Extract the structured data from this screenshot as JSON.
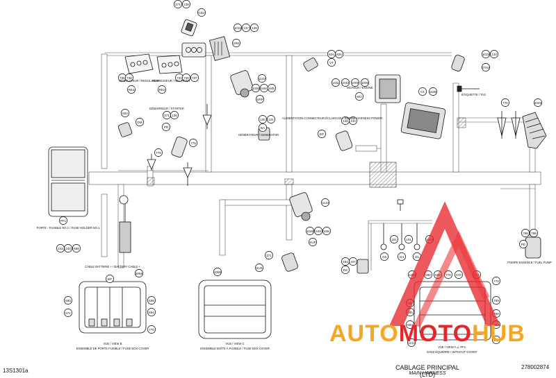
{
  "callouts": [
    {
      "id": "c-371-top",
      "text": "371"
    },
    {
      "id": "c-138-top",
      "text": "138"
    },
    {
      "id": "c-cd1",
      "text": "CD1"
    },
    {
      "id": "c-1015a",
      "text": "1015"
    },
    {
      "id": "c-137",
      "text": "137"
    },
    {
      "id": "c-139",
      "text": "139"
    },
    {
      "id": "c-sr0",
      "text": "SR0"
    },
    {
      "id": "c-824",
      "text": "824"
    },
    {
      "id": "c-825",
      "text": "825"
    },
    {
      "id": "c-vt",
      "text": "VT"
    },
    {
      "id": "c-1015b",
      "text": "1015"
    },
    {
      "id": "c-133",
      "text": "133"
    },
    {
      "id": "c-otas",
      "text": "OTAS"
    },
    {
      "id": "c-735",
      "text": "735"
    },
    {
      "id": "c-736",
      "text": "736"
    },
    {
      "id": "c-re1",
      "text": "RE1"
    },
    {
      "id": "c-734",
      "text": "734"
    },
    {
      "id": "c-736b",
      "text": "736"
    },
    {
      "id": "c-737",
      "text": "737"
    },
    {
      "id": "c-re2",
      "text": "RE2"
    },
    {
      "id": "c-1143a",
      "text": "1143"
    },
    {
      "id": "c-1026a",
      "text": "1026"
    },
    {
      "id": "c-849a",
      "text": "849"
    },
    {
      "id": "c-848a",
      "text": "848"
    },
    {
      "id": "c-srp",
      "text": "SRP"
    },
    {
      "id": "c-1011",
      "text": "1011"
    },
    {
      "id": "c-1010",
      "text": "1010"
    },
    {
      "id": "c-1009",
      "text": "1009"
    },
    {
      "id": "c-1006",
      "text": "1006"
    },
    {
      "id": "c-mo",
      "text": "MO"
    },
    {
      "id": "c-c1",
      "text": "C1"
    },
    {
      "id": "c-1135",
      "text": "1135"
    },
    {
      "id": "c-775a",
      "text": "775"
    },
    {
      "id": "c-2049",
      "text": "2049"
    },
    {
      "id": "c-653",
      "text": "653"
    },
    {
      "id": "c-dm",
      "text": "DM"
    },
    {
      "id": "c-371b",
      "text": "371"
    },
    {
      "id": "c-138b",
      "text": "138"
    },
    {
      "id": "c-pr",
      "text": "PR"
    },
    {
      "id": "c-130",
      "text": "130"
    },
    {
      "id": "c-121",
      "text": "121"
    },
    {
      "id": "c-ba",
      "text": "BA"
    },
    {
      "id": "c-122",
      "text": "122"
    },
    {
      "id": "c-134",
      "text": "134"
    },
    {
      "id": "c-ep",
      "text": "EP"
    },
    {
      "id": "c-775b",
      "text": "775"
    },
    {
      "id": "c-775c",
      "text": "775"
    },
    {
      "id": "c-pf1",
      "text": "PF1"
    },
    {
      "id": "c-242",
      "text": "242"
    },
    {
      "id": "c-243",
      "text": "243"
    },
    {
      "id": "c-659",
      "text": "659"
    },
    {
      "id": "c-1143b",
      "text": "1143"
    },
    {
      "id": "c-1026b",
      "text": "1026"
    },
    {
      "id": "c-849b",
      "text": "849"
    },
    {
      "id": "c-848b",
      "text": "848"
    },
    {
      "id": "c-sup",
      "text": "SUP"
    },
    {
      "id": "c-151",
      "text": "151"
    },
    {
      "id": "c-101",
      "text": "101"
    },
    {
      "id": "c-1042",
      "text": "1042"
    },
    {
      "id": "c-g5",
      "text": "G5"
    },
    {
      "id": "c-g4",
      "text": "G4"
    },
    {
      "id": "c-g1",
      "text": "G1"
    },
    {
      "id": "c-799",
      "text": "799"
    },
    {
      "id": "c-798",
      "text": "798"
    },
    {
      "id": "c-pe",
      "text": "PE"
    },
    {
      "id": "c-371c",
      "text": "371"
    },
    {
      "id": "c-sus",
      "text": "SUS"
    },
    {
      "id": "c-484",
      "text": "484"
    },
    {
      "id": "c-107",
      "text": "107"
    },
    {
      "id": "c-ds",
      "text": "DS"
    },
    {
      "id": "c-2056",
      "text": "2056"
    },
    {
      "id": "c-bp",
      "text": "BP"
    },
    {
      "id": "c-660a",
      "text": "660"
    },
    {
      "id": "c-671",
      "text": "671"
    },
    {
      "id": "c-668",
      "text": "668"
    },
    {
      "id": "c-664",
      "text": "664"
    },
    {
      "id": "c-770a",
      "text": "770"
    },
    {
      "id": "c-1369a",
      "text": "1369"
    },
    {
      "id": "c-1369b",
      "text": "1369"
    },
    {
      "id": "c-660b",
      "text": "660"
    },
    {
      "id": "c-669",
      "text": "669"
    },
    {
      "id": "c-776",
      "text": "776"
    },
    {
      "id": "c-670",
      "text": "670"
    },
    {
      "id": "c-671b",
      "text": "671"
    },
    {
      "id": "c-770b",
      "text": "770"
    },
    {
      "id": "c-767",
      "text": "767"
    },
    {
      "id": "c-769",
      "text": "769"
    },
    {
      "id": "c-766",
      "text": "766"
    },
    {
      "id": "c-665",
      "text": "665"
    },
    {
      "id": "c-663",
      "text": "663"
    },
    {
      "id": "c-662",
      "text": "662"
    },
    {
      "id": "c-1212",
      "text": "1212"
    },
    {
      "id": "c-886",
      "text": "886"
    }
  ],
  "labels": {
    "regulateur": "RÉGULATEUR / REGULATOR",
    "redresseur": "REDRESSEUR / RECTIFIER",
    "demarreur": "DÉMARREUR / STARTER",
    "alimentation": "ALIMENTATION CONNECTEUR ÉCLAIRAGE / ENGINE HARNESS POWER",
    "generateur": "GÉNÉRATEUR / GENERATOR",
    "moteur": "MOTEUR / ENGINE",
    "etiquette": "ÉTIQUETTE / TAG",
    "porte_fusible": "PORTE - FUSIBLE NO.1 / FUSE HOLDER NO.1",
    "cable_batterie": "CÂBLE BATTERIE + / BATTERY CABLE +",
    "pompe": "POMPE ESSENCE / FUEL PUMP",
    "vue_a": "VUE / VIEW A  ∠ PF1",
    "vue_a_sub": "SANS ÉQUERRE / WITHOUT COVER",
    "vue_c": "VUE / VIEW C",
    "vue_c_sub": "ENSEMBLE BOÎTE À FUSIBLE / FUSE BOX COVER",
    "vue_b": "VUE / VIEW B",
    "vue_b_sub": "ENSEMBLE DE PORTE FUSIBLE / FUSE BOX COVER"
  },
  "footer": {
    "left_code": "13S1301a",
    "title": "CABLAGE PRINCIPAL (LTD)",
    "subtitle": "MAIN HARNESS",
    "part_number": "278002874"
  },
  "watermark": {
    "text_red": "AUTO",
    "text_orange_1": "MOTO",
    "text_orange_2": "HUB",
    "red": "#e8262a",
    "orange": "#f5a623"
  },
  "colors": {
    "line": "#222222",
    "harness": "#bfbfbf",
    "hatch": "#777777"
  }
}
